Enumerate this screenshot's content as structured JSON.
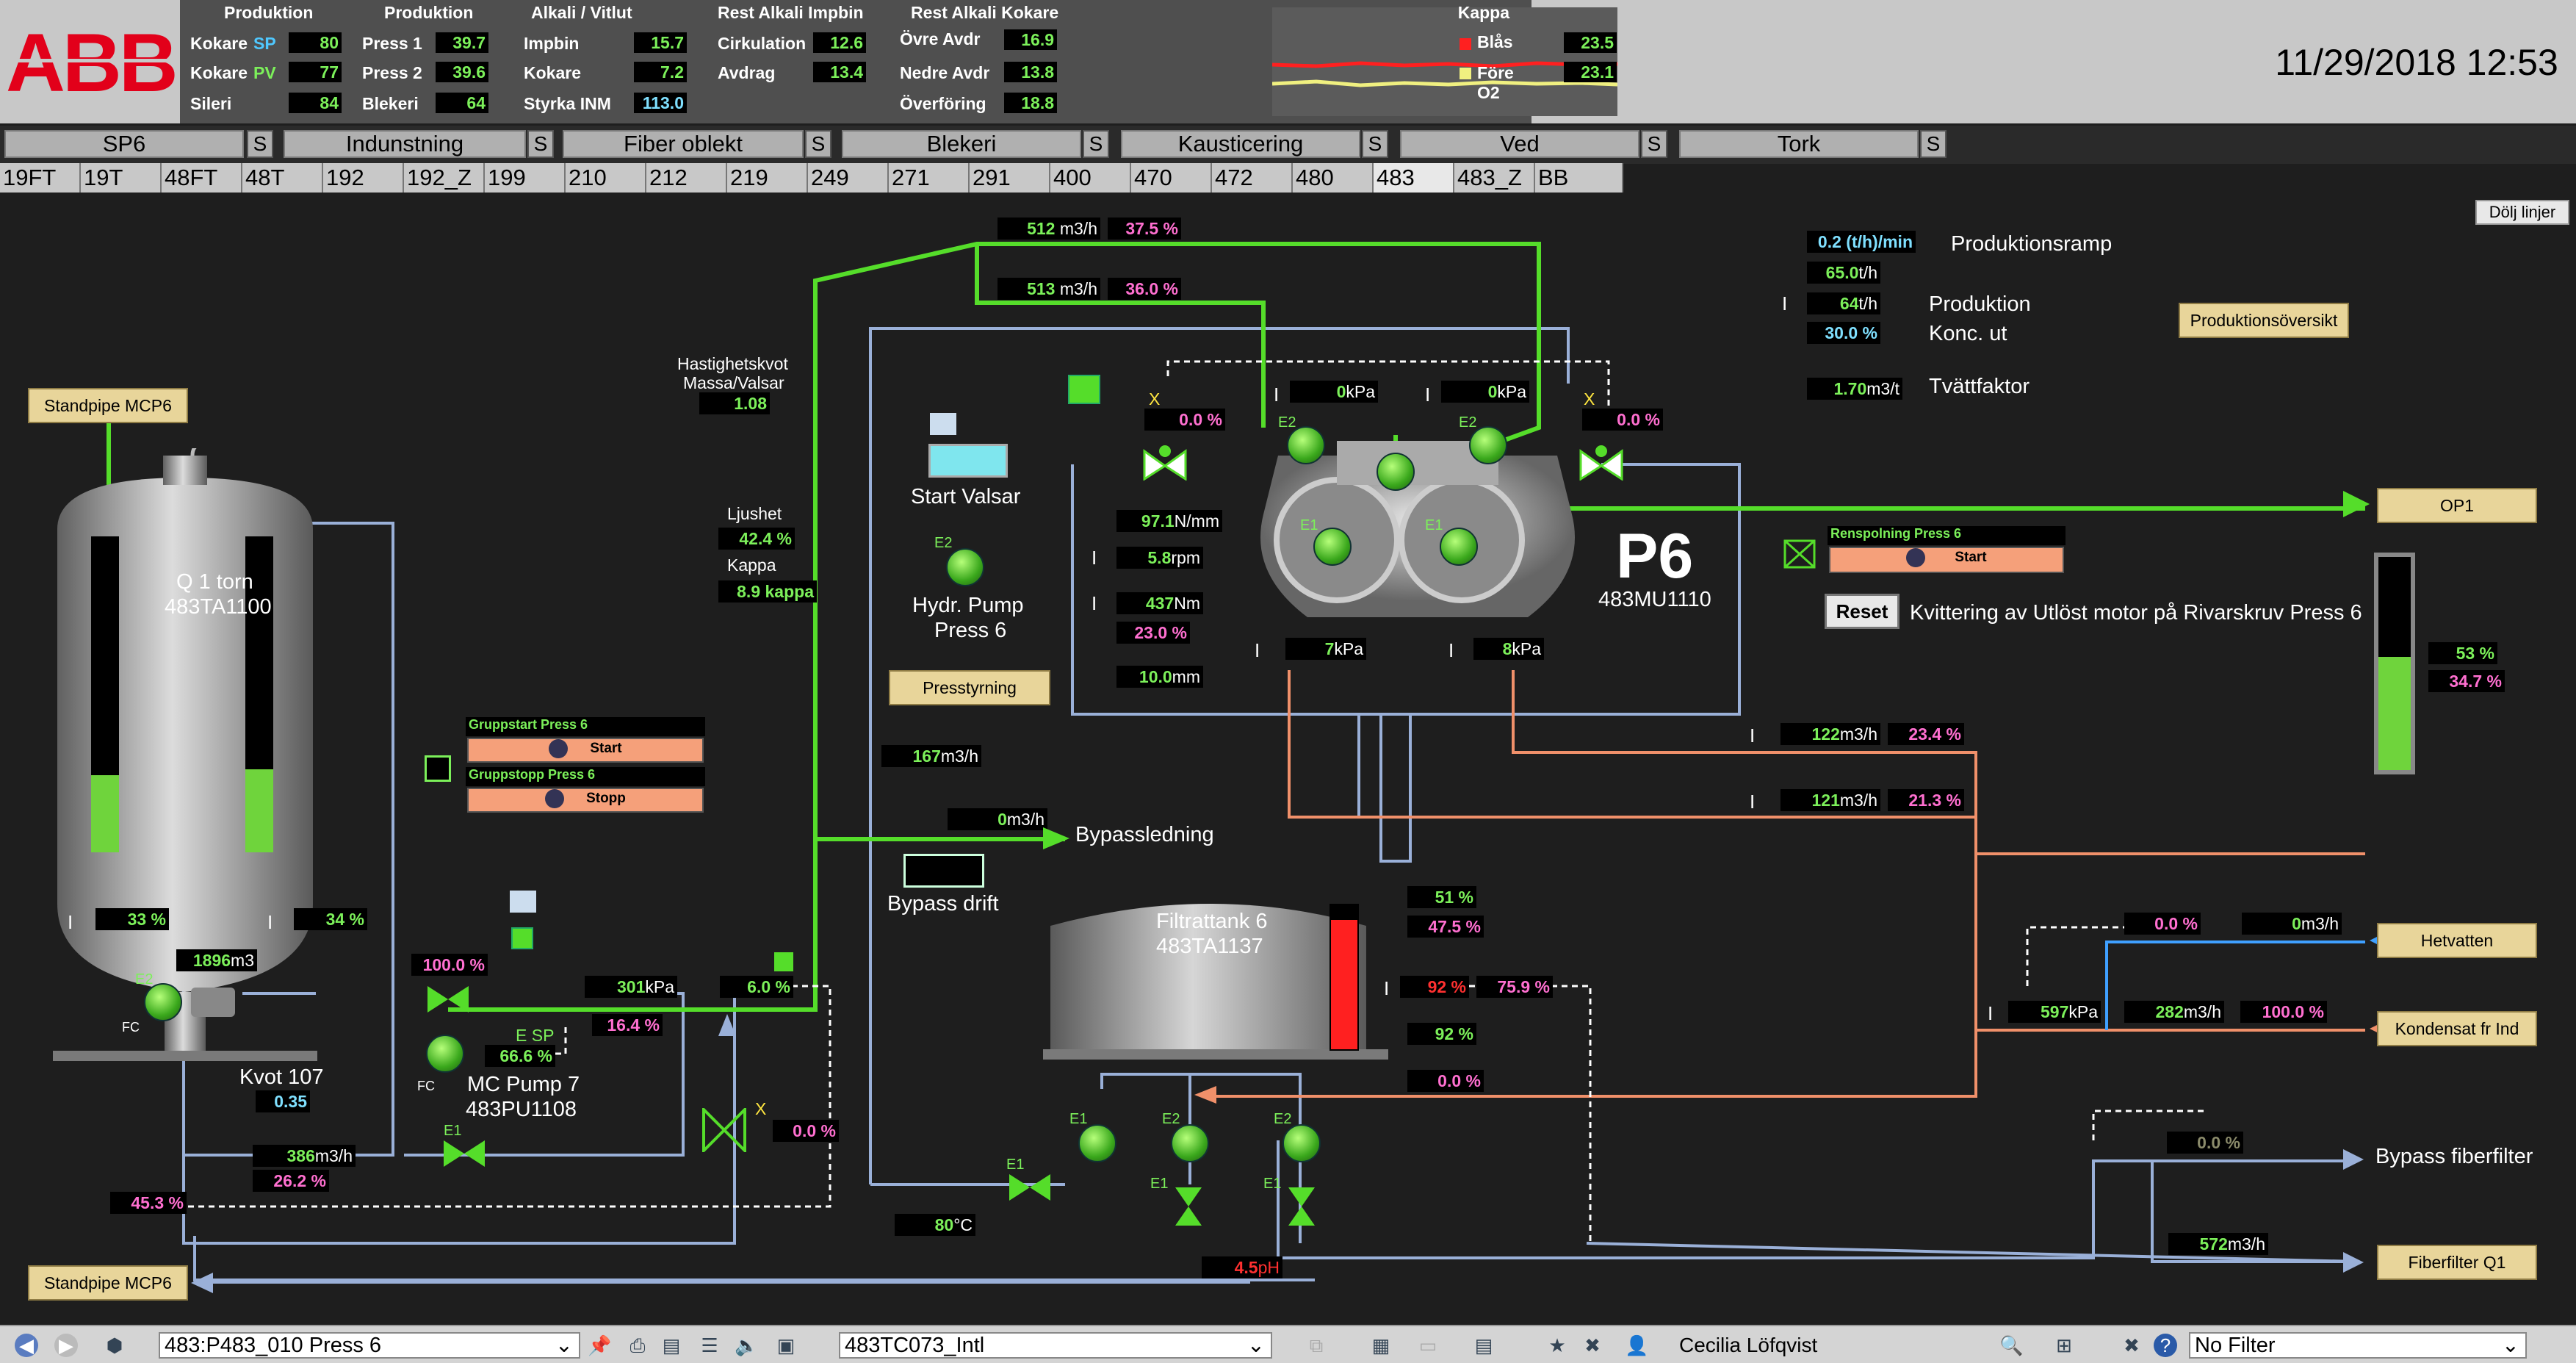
{
  "header": {
    "logo": "ABB",
    "datetime": "11/29/2018 12:53",
    "col1": {
      "title": "Produktion",
      "rows": [
        {
          "label": "Kokare",
          "tag": "SP",
          "value": "80"
        },
        {
          "label": "Kokare",
          "tag": "PV",
          "value": "77"
        },
        {
          "label": "Sileri",
          "tag": "",
          "value": "84"
        }
      ]
    },
    "col2": {
      "title": "Produktion",
      "rows": [
        {
          "label": "Press 1",
          "value": "39.7"
        },
        {
          "label": "Press 2",
          "value": "39.6"
        },
        {
          "label": "Blekeri",
          "value": "64"
        }
      ]
    },
    "col3": {
      "title": "Alkali / Vitlut",
      "rows": [
        {
          "label": "Impbin",
          "value": "15.7"
        },
        {
          "label": "Kokare",
          "value": "7.2"
        },
        {
          "label": "Styrka INM",
          "value": "113.0"
        }
      ]
    },
    "col4": {
      "title": "Rest Alkali Impbin",
      "rows": [
        {
          "label": "Cirkulation",
          "value": "12.6"
        },
        {
          "label": "Avdrag",
          "value": "13.4"
        }
      ]
    },
    "col5": {
      "title": "Rest Alkali Kokare",
      "rows": [
        {
          "label": "Övre Avdr",
          "value": "16.9"
        },
        {
          "label": "Nedre Avdr",
          "value": "13.8"
        },
        {
          "label": "Överföring",
          "value": "18.8"
        }
      ]
    },
    "kappa": {
      "title": "Kappa",
      "rows": [
        {
          "label": "Blås",
          "value": "23.5",
          "color": "#ff2020"
        },
        {
          "label": "Före O2",
          "value": "23.1",
          "color": "#f0f080"
        }
      ]
    }
  },
  "nav": [
    {
      "label": "SP6",
      "s": "S"
    },
    {
      "label": "Indunstning",
      "s": "S"
    },
    {
      "label": "Fiber oblekt",
      "s": "S"
    },
    {
      "label": "Blekeri",
      "s": "S"
    },
    {
      "label": "Kausticering",
      "s": "S"
    },
    {
      "label": "Ved",
      "s": "S"
    },
    {
      "label": "Tork",
      "s": "S"
    }
  ],
  "tabs": [
    "19FT",
    "19T",
    "48FT",
    "48T",
    "192",
    "192_Z",
    "199",
    "210",
    "212",
    "219",
    "249",
    "271",
    "291",
    "400",
    "470",
    "472",
    "480",
    "483",
    "483_Z",
    "BB"
  ],
  "buttons": {
    "dolj": "Dölj linjer",
    "prodoversikt": "Produktionsöversikt",
    "standpipe_top": "Standpipe MCP6",
    "standpipe_bottom": "Standpipe MCP6",
    "presstyrning": "Presstyrning",
    "op1": "OP1",
    "hetvatten": "Hetvatten",
    "kondensat": "Kondensat fr Ind",
    "fiberfilter": "Fiberfilter Q1",
    "reset": "Reset"
  },
  "labels": {
    "tower": "Q 1 torn",
    "tower_tag": "483TA1100",
    "hastighet": "Hastighetskvot",
    "massa": "Massa/Valsar",
    "ljushet": "Ljushet",
    "kappa": "Kappa",
    "start_valsar": "Start Valsar",
    "hydr_pump": "Hydr. Pump",
    "press6": "Press 6",
    "p6": "P6",
    "p6_tag": "483MU1110",
    "bypassledning": "Bypassledning",
    "bypass_drift": "Bypass drift",
    "filtrat": "Filtrattank 6",
    "filtrat_tag": "483TA1137",
    "kvot": "Kvot 107",
    "mc_pump": "MC Pump 7",
    "mc_tag": "483PU1108",
    "bypass_fiberfilter": "Bypass fiberfilter",
    "produktionsramp": "Produktionsramp",
    "produktion": "Produktion",
    "konc": "Konc. ut",
    "tvatt": "Tvättfaktor",
    "kvittering": "Kvittering av Utlöst motor på Rivarskruv Press 6",
    "grp_start": "Gruppstart Press 6",
    "grp_stopp": "Gruppstopp Press 6",
    "start": "Start",
    "stopp": "Stopp",
    "renspolning": "Renspolning Press 6",
    "e_sp": "E SP"
  },
  "values": {
    "f512": "512",
    "u512": "m3/h",
    "p375": "37.5",
    "f513": "513",
    "p360": "36.0",
    "hast": "1.08",
    "ljus": "42.4",
    "kappa": "8.9",
    "ramp": "0.2",
    "ramp_u": "(t/h)/min",
    "prod_sp": "65.0",
    "prod": "64",
    "konc": "30.0",
    "tvatt": "1.70",
    "kpa1": "0",
    "kpa2": "0",
    "x1": "0.0",
    "x2": "0.0",
    "nmm": "97.1",
    "rpm": "5.8",
    "nm": "437",
    "pct230": "23.0",
    "mm": "10.0",
    "kpa3": "7",
    "kpa4": "8",
    "f167": "167",
    "f0": "0",
    "f122": "122",
    "p234": "23.4",
    "f121": "121",
    "p213": "21.3",
    "op1a": "53",
    "op1b": "34.7",
    "lvl1": "33",
    "lvl2": "34",
    "f1896": "1896",
    "kvot": "0.35",
    "mcsp": "100.0",
    "kpa301": "301",
    "p164": "16.4",
    "esp": "66.6",
    "p60": "6.0",
    "f386": "386",
    "p262": "26.2",
    "p453": "45.3",
    "x3": "0.0",
    "t80": "80",
    "ft1": "51",
    "ft2": "47.5",
    "ft3": "92",
    "ft4": "75.9",
    "ft5": "92",
    "ft6": "0.0",
    "hv1": "0.0",
    "hv2": "0",
    "kpa597": "597",
    "f282": "282",
    "p1000": "100.0",
    "bp": "0.0",
    "f572": "572",
    "ph": "4.5"
  },
  "status": {
    "loop": "483:P483_010 Press 6",
    "tag": "483TC073_Intl",
    "user": "Cecilia Löfqvist",
    "filter": "No Filter"
  }
}
